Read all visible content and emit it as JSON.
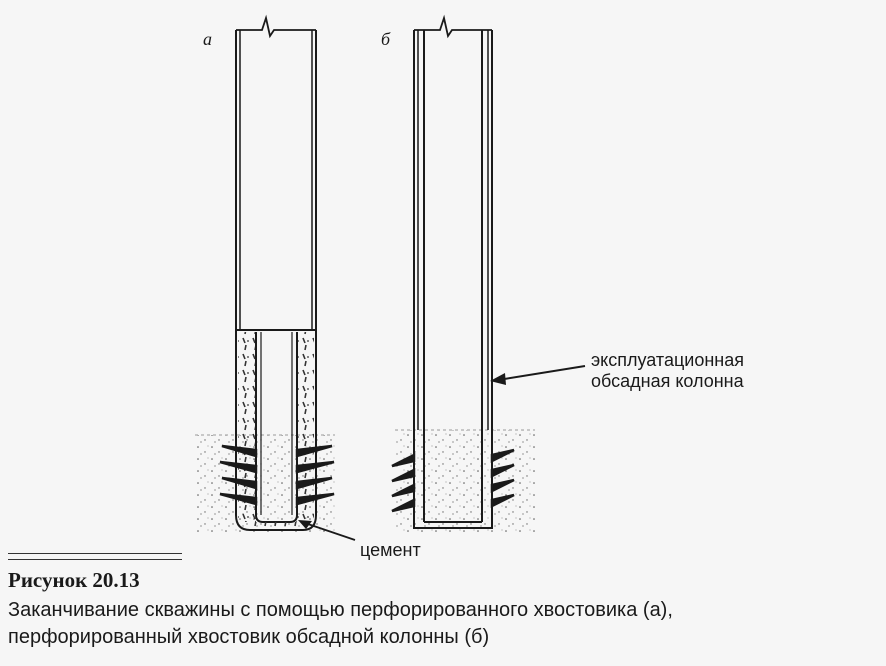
{
  "labels": {
    "panel_a": "а",
    "panel_b": "б",
    "casing_line1": "эксплуатационная",
    "casing_line2": "обсадная колонна",
    "cement": "цемент"
  },
  "caption": {
    "title": "Рисунок 20.13",
    "line1": "Заканчивание скважины с помощью перфорированного хвостовика (а),",
    "line2": "перфорированный хвостовик обсадной колонны (б)"
  },
  "colors": {
    "ink": "#1a1a1a",
    "background": "#f6f6f6"
  }
}
